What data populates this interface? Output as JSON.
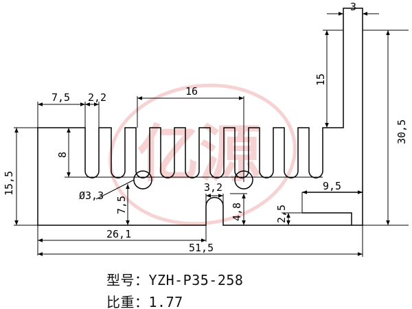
{
  "drawing": {
    "dimensions": {
      "fin_pitch_span": "7,5",
      "fin_gap": "2,2",
      "fin_group_span": "16",
      "top_tab_width": "3",
      "tab_height": "15",
      "total_height": "30,5",
      "left_height": "15,5",
      "fin_depth": "8",
      "slot_radius": "Ø3,3",
      "slot_offset_height": "7,5",
      "slot_width": "3,2",
      "slot_depth": "4,8",
      "left_base_length": "26,1",
      "total_length": "51,5",
      "right_step_length": "9,5",
      "right_step_height": "2,5"
    }
  },
  "watermark": {
    "text": "亿源"
  },
  "info": {
    "model_label": "型号：",
    "model_value": "YZH-P35-258",
    "weight_label": "比重：",
    "weight_value": "1.77"
  }
}
